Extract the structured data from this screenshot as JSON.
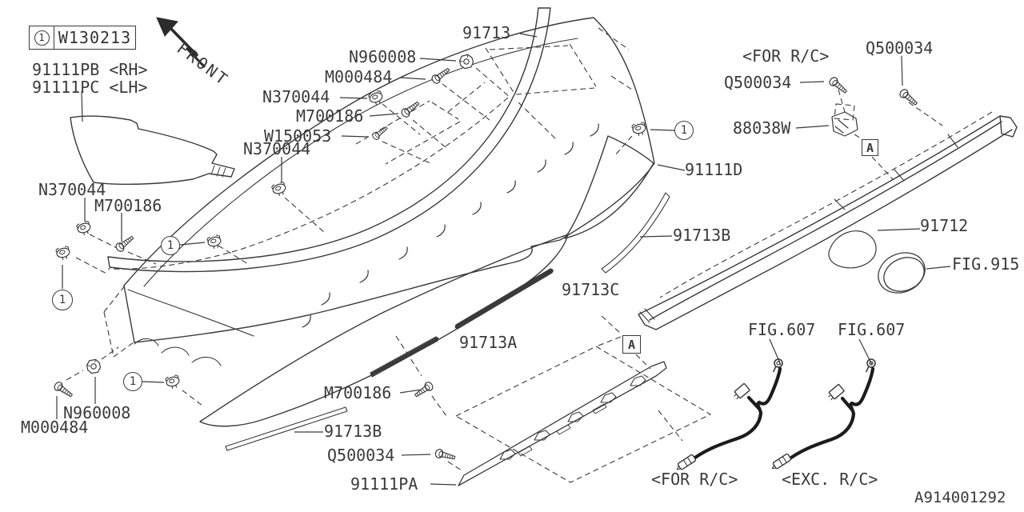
{
  "colors": {
    "line": "#3a3a3a",
    "background": "#ffffff",
    "text": "#333333"
  },
  "ref_box": {
    "callout": "1",
    "code": "W130213"
  },
  "direction": {
    "front": "FRONT"
  },
  "callout": "1",
  "box_a": "A",
  "parts": {
    "p91111pb": "91111PB <RH>",
    "p91111pc": "91111PC <LH>",
    "p91713": "91713",
    "n960008_top": "N960008",
    "m000484_top": "M000484",
    "n370044_top": "N370044",
    "m700186_top": "M700186",
    "w150053": "W150053",
    "n370044_top2": "N370044",
    "for_rc_top": "<FOR R/C>",
    "q500034_right1": "Q500034",
    "q500034_right2": "Q500034",
    "p88038w": "88038W",
    "p91111d": "91111D",
    "p91713b_right": "91713B",
    "p91712": "91712",
    "fig915": "FIG.915",
    "n370044_left": "N370044",
    "m700186_left": "M700186",
    "p91713c": "91713C",
    "p91713a": "91713A",
    "m700186_bottom": "M700186",
    "n960008_bottom": "N960008",
    "m000484_bottom": "M000484",
    "p91713b_bottom": "91713B",
    "q500034_bottom": "Q500034",
    "p91111pa": "91111PA",
    "fig607_left": "FIG.607",
    "fig607_right": "FIG.607",
    "for_rc_bottom": "<FOR R/C>",
    "exc_rc": "<EXC. R/C>"
  },
  "footer": {
    "drawing_number": "A914001292"
  }
}
